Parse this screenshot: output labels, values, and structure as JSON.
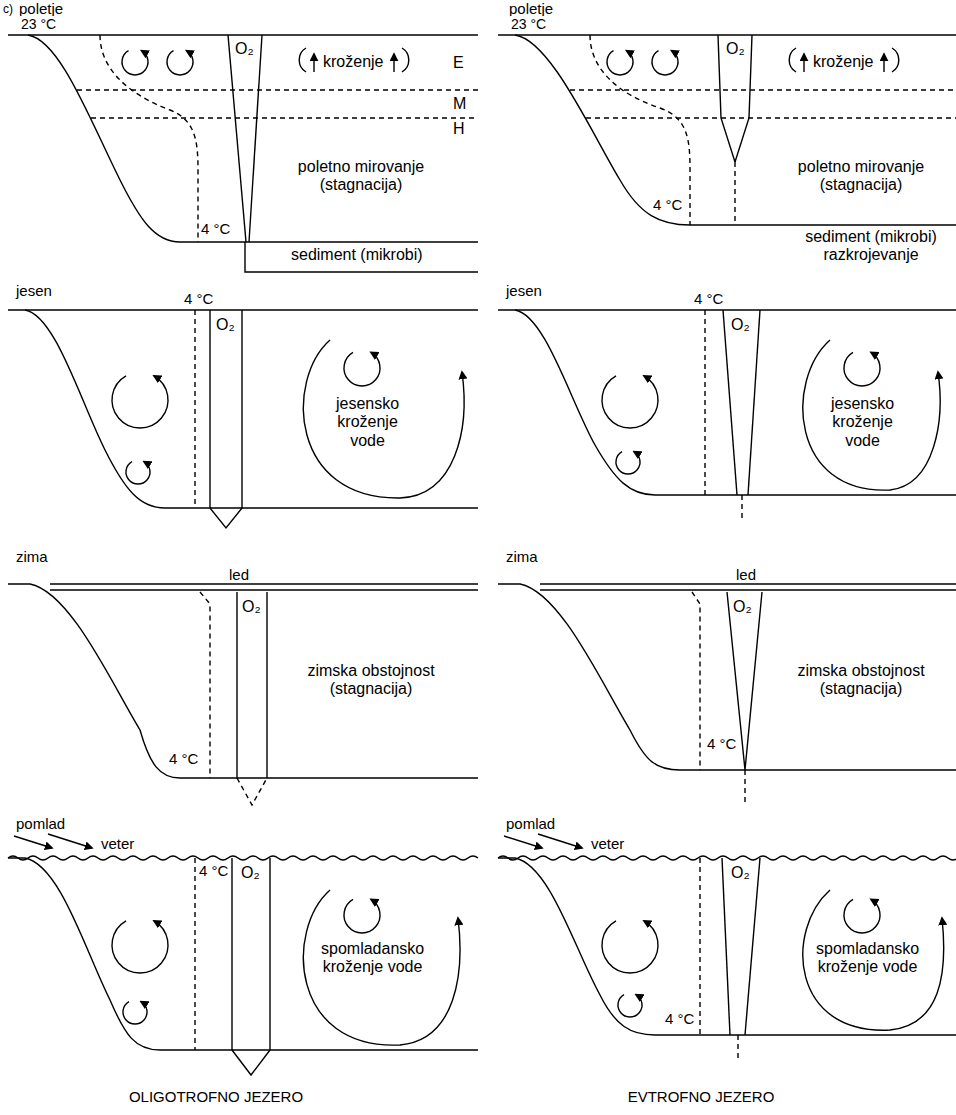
{
  "diagram": {
    "nodes": [
      {
        "text": [
          "poletje",
          "23 °C",
          "O₂",
          "kroženje",
          "E",
          "M",
          "H",
          "poletno mirovanje (stagnacija)",
          "4 °C",
          "sediment (mikrobi)"
        ]
      },
      {
        "text": [
          "poletje",
          "23 °C",
          "O₂",
          "kroženje",
          "poletno mirovanje (stagnacija)",
          "4 °C",
          "sediment (mikrobi) razkrojevanje"
        ]
      },
      {
        "text": [
          "jesen",
          "4 °C",
          "O₂",
          "jesensko kroženje vode"
        ]
      },
      {
        "text": [
          "jesen",
          "4 °C",
          "O₂",
          "jesensko kroženje vode"
        ]
      },
      {
        "text": [
          "zima",
          "led",
          "O₂",
          "zimska obstojnost (stagnacija)",
          "4 °C"
        ]
      },
      {
        "text": [
          "zima",
          "led",
          "O₂",
          "zimska obstojnost (stagnacija)",
          "4 °C"
        ]
      },
      {
        "text": [
          "pomlad",
          "veter",
          "4 °C",
          "O₂",
          "spomladansko kroženje vode"
        ]
      },
      {
        "text": [
          "pomlad",
          "veter",
          "O₂",
          "spomladansko kroženje vode",
          "4 °C"
        ]
      }
    ],
    "labels": [
      "c)",
      "OLIGOTROFNO JEZERO",
      "EVTROFNO JEZERO"
    ]
  }
}
